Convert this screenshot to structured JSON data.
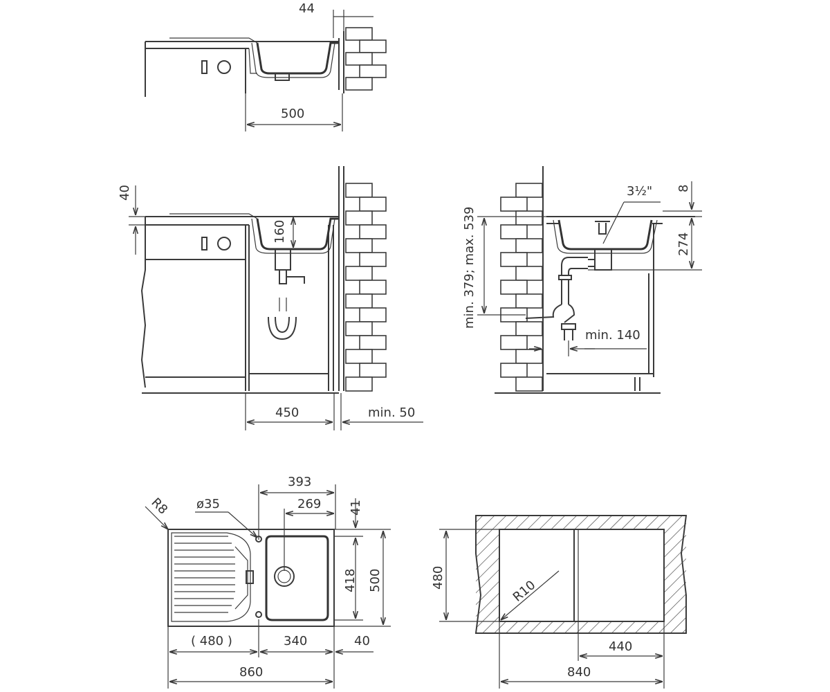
{
  "views": {
    "top_section": {
      "dim_wall_gap": "44",
      "dim_width": "500"
    },
    "middle_section": {
      "dim_top": "40",
      "dim_depth": "160",
      "dim_cabinet": "450",
      "dim_wall_min": "min. 50"
    },
    "side_section": {
      "dim_height": "min. 379; max. 539",
      "dim_thread": "3½\"",
      "dim_rim": "8",
      "dim_bowl": "274",
      "dim_min_offset": "min. 140"
    },
    "plan_view": {
      "dim_radius": "R8",
      "dim_hole": "ø35",
      "dim_393": "393",
      "dim_269": "269",
      "dim_41": "41",
      "dim_418": "418",
      "dim_500": "500",
      "dim_480": "( 480 )",
      "dim_340": "340",
      "dim_40": "40",
      "dim_860": "860"
    },
    "cutout_view": {
      "dim_height": "480",
      "dim_radius": "R10",
      "dim_440": "440",
      "dim_840": "840"
    }
  },
  "colors": {
    "line": "#3a3a3a",
    "background": "#ffffff"
  }
}
